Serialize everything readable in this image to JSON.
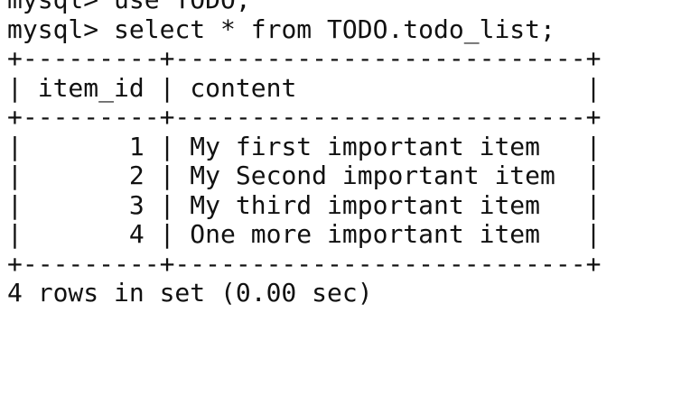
{
  "terminal": {
    "cut_line": "mysql> use TODO;",
    "prompt": "mysql> ",
    "command": "select * from TODO.todo_list;",
    "border": "+---------+---------------------------+",
    "columns": [
      "item_id",
      "content"
    ],
    "rows": [
      {
        "item_id": "1",
        "content": "My first important item"
      },
      {
        "item_id": "2",
        "content": "My Second important item"
      },
      {
        "item_id": "3",
        "content": "My third important item"
      },
      {
        "item_id": "4",
        "content": "One more important item"
      }
    ],
    "result_summary": "4 rows in set (0.00 sec)"
  }
}
